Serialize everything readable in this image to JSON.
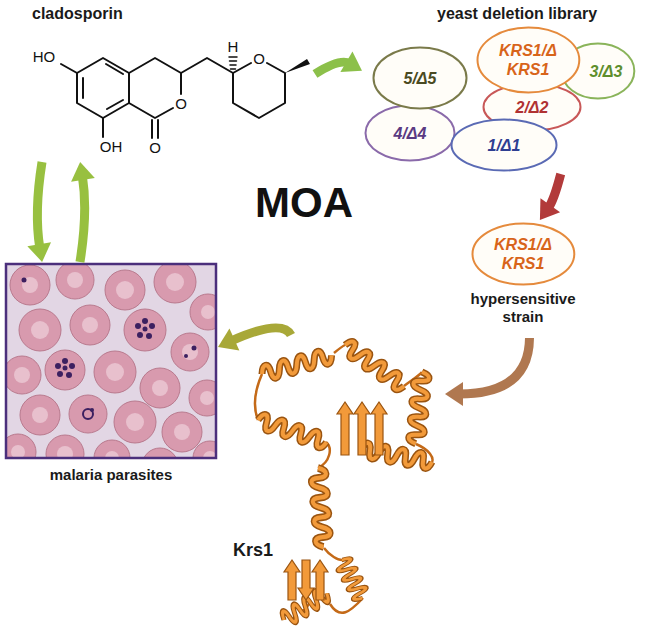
{
  "diagram": {
    "nodes": [
      {
        "text": [
          "cladosporin"
        ]
      },
      {
        "text": [
          "yeast deletion library"
        ]
      },
      {
        "text": [
          "KRS1/Δ KRS1"
        ],
        "in": 1
      },
      {
        "text": [
          "3/Δ3"
        ],
        "in": 1
      },
      {
        "text": [
          "5/Δ5"
        ],
        "in": 1
      },
      {
        "text": [
          "2/Δ2"
        ],
        "in": 1
      },
      {
        "text": [
          "4/Δ4"
        ],
        "in": 1
      },
      {
        "text": [
          "1/Δ1"
        ],
        "in": 1
      },
      {
        "text": [
          "KRS1/Δ KRS1",
          "hypersensitive strain"
        ]
      },
      {
        "text": [
          "Krs1"
        ]
      },
      {
        "text": [
          "malaria parasites"
        ]
      }
    ],
    "edges": [
      {
        "from": 0,
        "to": 1,
        "arrow": "to"
      },
      {
        "from": 1,
        "to": 8,
        "arrow": "to"
      },
      {
        "from": 8,
        "to": 9,
        "arrow": "to"
      },
      {
        "from": 9,
        "to": 10,
        "arrow": "to"
      },
      {
        "from": 0,
        "to": 10,
        "arrow": "to"
      },
      {
        "from": 10,
        "to": 0,
        "arrow": "to"
      }
    ],
    "labels": [
      "HO",
      "H",
      "O",
      "O",
      "OH",
      "O",
      "MOA"
    ]
  }
}
